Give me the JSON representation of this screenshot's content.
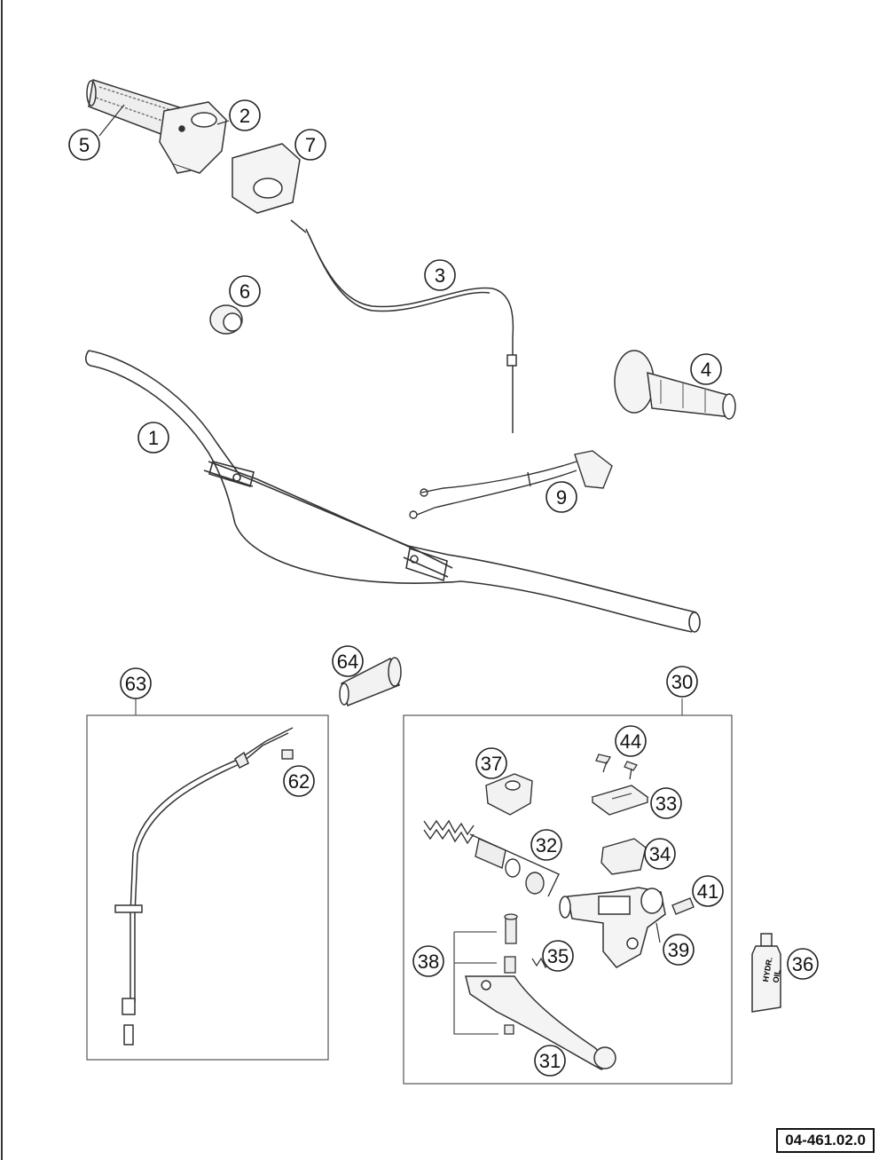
{
  "reference_code": "04-461.02.0",
  "callouts": [
    "1",
    "2",
    "3",
    "4",
    "5",
    "6",
    "7",
    "9",
    "30",
    "31",
    "32",
    "33",
    "34",
    "35",
    "36",
    "37",
    "38",
    "39",
    "41",
    "44",
    "62",
    "63",
    "64"
  ],
  "bottle_label": [
    "HYDR.",
    "OIL"
  ]
}
